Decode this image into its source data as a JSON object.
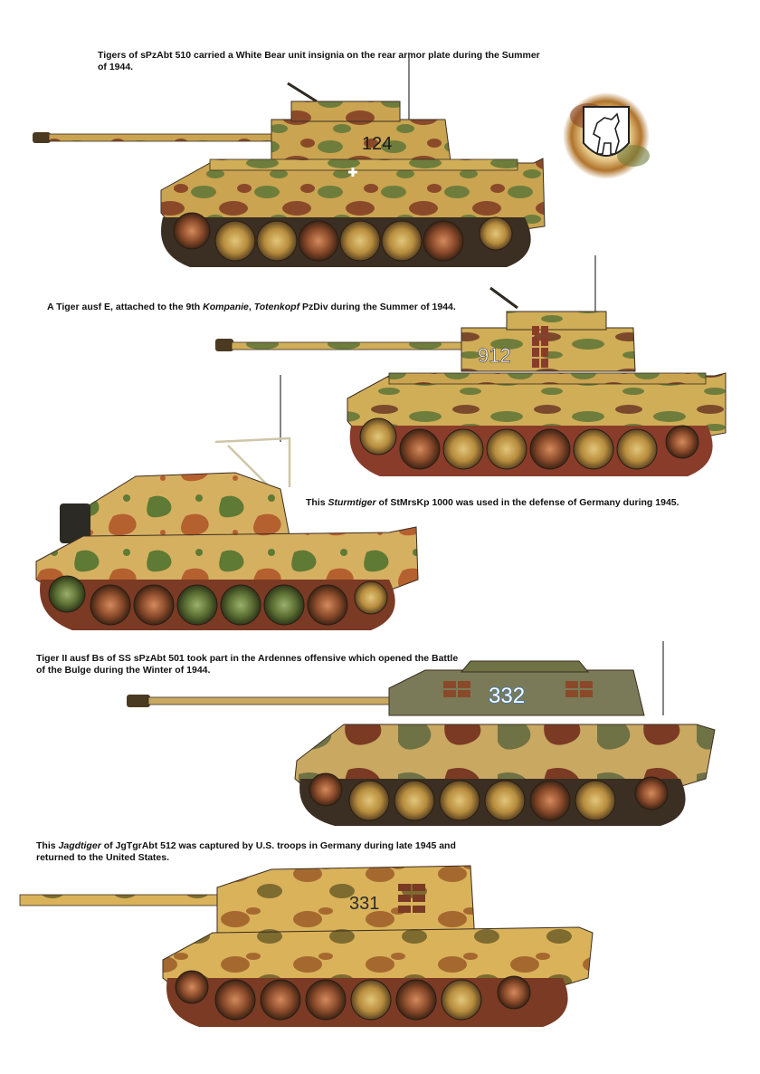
{
  "captions": {
    "c1": "Tigers of sPzAbt 510 carried a White Bear unit insignia on the rear armor plate during the Summer of 1944.",
    "c2_a": "A Tiger ausf E, attached to the 9th ",
    "c2_b": "Kompanie",
    "c2_c": ", ",
    "c2_d": "Totenkopf",
    "c2_e": " PzDiv during the Summer of 1944.",
    "c3_a": "This ",
    "c3_b": "Sturmtiger",
    "c3_c": " of StMrsKp 1000 was used in the defense of Germany during 1945.",
    "c4": "Tiger II ausf Bs of SS sPzAbt 501 took part in the Ardennes offensive which opened the Battle of the Bulge during the Winter of 1944.",
    "c5_a": "This ",
    "c5_b": "Jagdtiger",
    "c5_c": " of JgTgrAbt 512 was captured by U.S. troops in Germany during late 1945 and returned to the United States."
  },
  "markings": {
    "tank1_number": "124",
    "tank2_number": "912",
    "tank4_number": "332",
    "tank5_number": "331"
  },
  "colors": {
    "sand": "#c9a44e",
    "dark_yellow": "#d4b35a",
    "olive": "#6f7d3c",
    "red_brown": "#8a4a2a",
    "shadow": "#4a3a22",
    "track": "#3b2e22"
  }
}
